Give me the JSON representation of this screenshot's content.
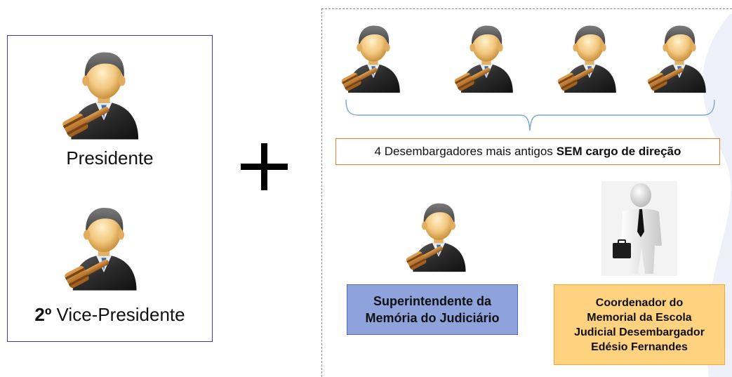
{
  "left_panel": {
    "president_label": "Presidente",
    "vice_ordinal": "2º",
    "vice_label": " Vice-Presidente"
  },
  "operator": "+",
  "right_group": {
    "brace_caption_normal": "4 Desembargadores mais antigos",
    "brace_caption_bold": "SEM cargo de direção",
    "superintendent_label": "Superintendente da\nMemória do Judiciário",
    "coordinator_label": "Coordenador do\nMemorial da Escola\nJudicial Desembargador\nEdésio Fernandes"
  },
  "icons": {
    "judge": "judge-with-gavel-icon",
    "businessman": "businessman-with-briefcase-icon"
  },
  "colors": {
    "left_border": "#3a3aa8",
    "info_border": "#ed7d31",
    "superintendent_fill": "#8ea3dc",
    "coordinator_fill": "#ffd280",
    "brace": "#7aa6d6"
  }
}
